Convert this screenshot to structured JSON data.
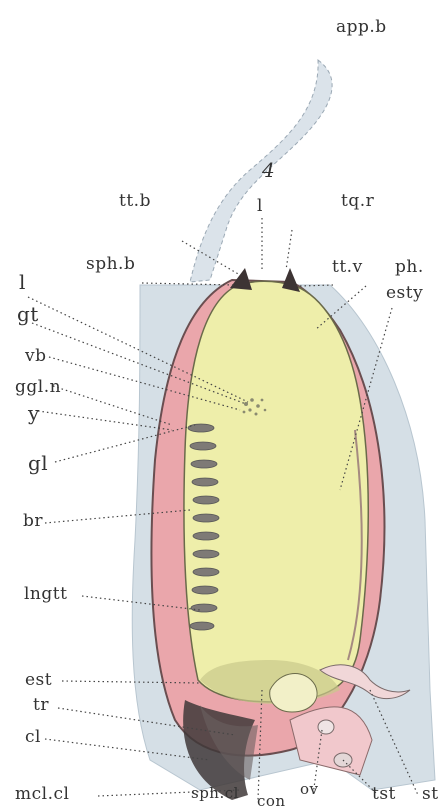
{
  "figure": {
    "number": "4",
    "labels": {
      "app_b": "app.b",
      "tt_b": "tt.b",
      "l_top": "l",
      "tq_r": "tq.r",
      "sph_b": "sph.b",
      "tt_v": "tt.v",
      "ph": "ph.",
      "esty": "esty",
      "l_left": "l",
      "gt": "gt",
      "vb": "vb",
      "ggl_n": "ggl.n",
      "y": "y",
      "gl": "gl",
      "br": "br",
      "lngtt": "lngtt",
      "est": "est",
      "tr": "tr",
      "cl": "cl",
      "mcl_cl": "mcl.cl",
      "sph_cl": "sph.cl",
      "con": "con",
      "ov": "ov",
      "tst": "tst",
      "st": "st"
    },
    "colors": {
      "background": "#ffffff",
      "tunic_blue": "#d5dfe6",
      "body_pink": "#eaa6ab",
      "pharynx_yellow": "#eeeeaa",
      "outline": "#5a4a4a",
      "leader": "#444444"
    }
  }
}
